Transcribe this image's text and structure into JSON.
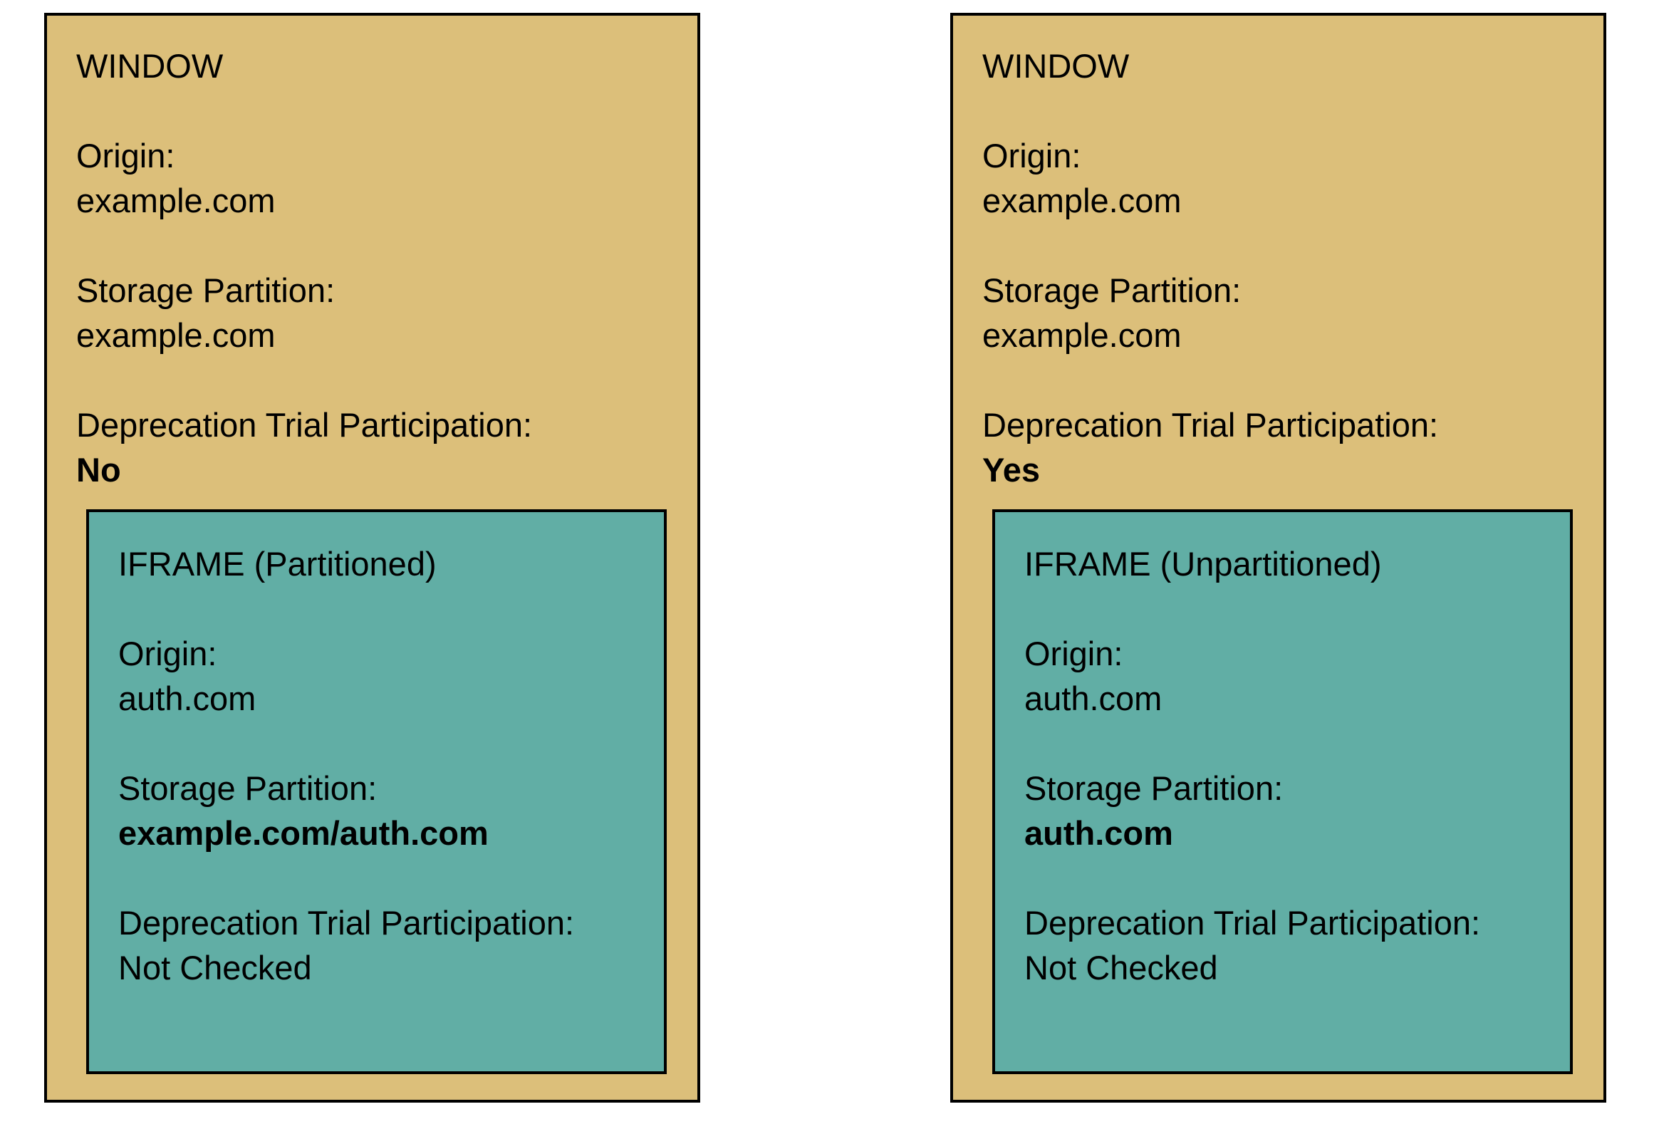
{
  "panels": [
    {
      "window": {
        "title": "WINDOW",
        "origin_label": "Origin:",
        "origin": "example.com",
        "storage_label": "Storage Partition:",
        "storage": "example.com",
        "trial_label": "Deprecation Trial Participation:",
        "trial": "No"
      },
      "iframe": {
        "title": "IFRAME (Partitioned)",
        "origin_label": "Origin:",
        "origin": "auth.com",
        "storage_label": "Storage Partition:",
        "storage": "example.com/auth.com",
        "trial_label": "Deprecation Trial Participation:",
        "trial": "Not Checked"
      }
    },
    {
      "window": {
        "title": "WINDOW",
        "origin_label": "Origin:",
        "origin": "example.com",
        "storage_label": "Storage Partition:",
        "storage": "example.com",
        "trial_label": "Deprecation Trial Participation:",
        "trial": "Yes"
      },
      "iframe": {
        "title": "IFRAME (Unpartitioned)",
        "origin_label": "Origin:",
        "origin": "auth.com",
        "storage_label": "Storage Partition:",
        "storage": "auth.com",
        "trial_label": "Deprecation Trial Participation:",
        "trial": "Not Checked"
      }
    }
  ],
  "colors": {
    "window": "#dcbf7a",
    "iframe": "#61aea5"
  }
}
